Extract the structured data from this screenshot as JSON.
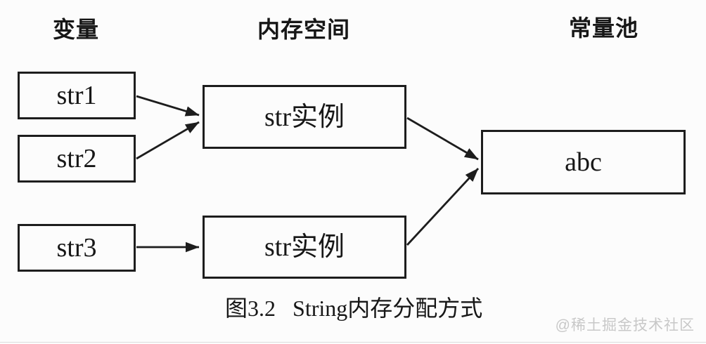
{
  "diagram": {
    "headers": {
      "variables": "变量",
      "memory": "内存空间",
      "constant_pool": "常量池"
    },
    "nodes": {
      "str1": "str1",
      "str2": "str2",
      "str3": "str3",
      "instance1": "str实例",
      "instance2": "str实例",
      "constant": "abc"
    },
    "edges": [
      {
        "from": "str1",
        "to": "instance1"
      },
      {
        "from": "str2",
        "to": "instance1"
      },
      {
        "from": "str3",
        "to": "instance2"
      },
      {
        "from": "instance1",
        "to": "constant"
      },
      {
        "from": "instance2",
        "to": "constant"
      }
    ]
  },
  "caption": {
    "number": "图3.2",
    "title": "String内存分配方式"
  },
  "watermark": "@稀土掘金技术社区",
  "colors": {
    "background": "#fcfcfc",
    "line": "#1d1d1d",
    "text": "#171717",
    "watermark_text": "#c8c8c8"
  }
}
